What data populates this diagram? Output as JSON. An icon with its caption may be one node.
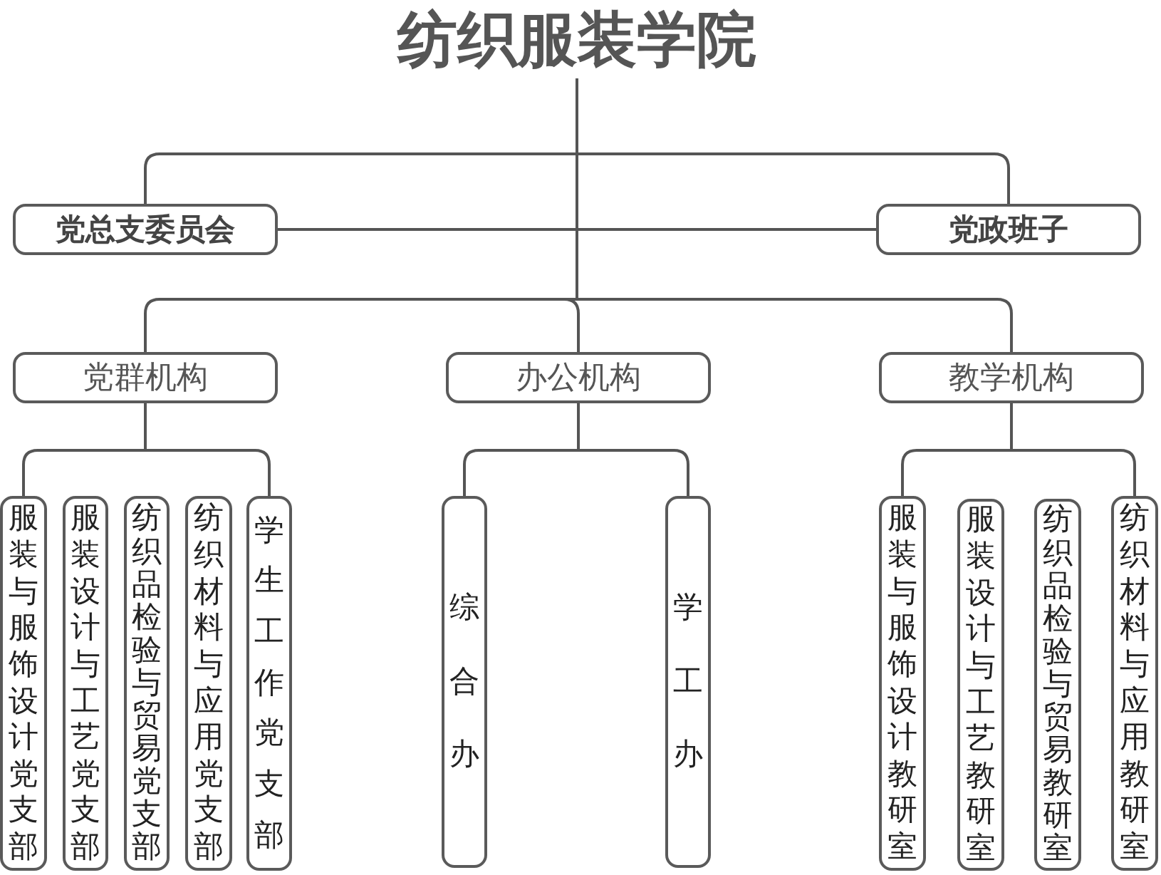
{
  "diagram": {
    "nodes": [
      {
        "text": [
          "纺织服装学院"
        ]
      },
      {
        "text": [
          "党总支委员会"
        ]
      },
      {
        "text": [
          "党政班子"
        ]
      },
      {
        "text": [
          "党群机构"
        ]
      },
      {
        "text": [
          "办公机构"
        ]
      },
      {
        "text": [
          "教学机构"
        ]
      },
      {
        "text": [
          "服装与服饰设计党支部"
        ]
      },
      {
        "text": [
          "服装设计与工艺党支部"
        ]
      },
      {
        "text": [
          "纺织品检验与贸易党支部"
        ]
      },
      {
        "text": [
          "纺织材料与应用党支部"
        ]
      },
      {
        "text": [
          "学生工作党支部"
        ]
      },
      {
        "text": [
          "综合办"
        ]
      },
      {
        "text": [
          "学工办"
        ]
      },
      {
        "text": [
          "服装与服饰设计教研室"
        ]
      },
      {
        "text": [
          "服装设计与工艺教研室"
        ]
      },
      {
        "text": [
          "纺织品检验与贸易教研室"
        ]
      },
      {
        "text": [
          "纺织材料与应用教研室"
        ]
      }
    ],
    "edges": [
      {
        "from": 0,
        "to": 1,
        "arrow": "none"
      },
      {
        "from": 0,
        "to": 2,
        "arrow": "none"
      },
      {
        "from": 1,
        "to": 2,
        "arrow": "none"
      },
      {
        "from": 0,
        "to": 3,
        "arrow": "none"
      },
      {
        "from": 0,
        "to": 4,
        "arrow": "none"
      },
      {
        "from": 0,
        "to": 5,
        "arrow": "none"
      },
      {
        "from": 3,
        "to": 6,
        "arrow": "none"
      },
      {
        "from": 3,
        "to": 10,
        "arrow": "none"
      },
      {
        "from": 4,
        "to": 11,
        "arrow": "none"
      },
      {
        "from": 4,
        "to": 12,
        "arrow": "none"
      },
      {
        "from": 5,
        "to": 13,
        "arrow": "none"
      },
      {
        "from": 5,
        "to": 16,
        "arrow": "none"
      }
    ]
  }
}
